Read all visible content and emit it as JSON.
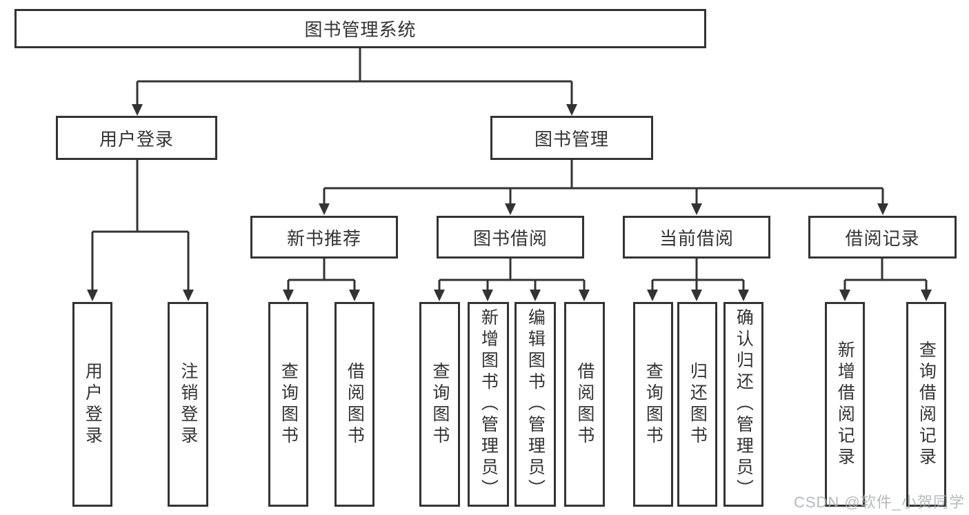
{
  "tree": {
    "label": "图书管理系统",
    "children": [
      {
        "label": "用户登录",
        "children": [
          {
            "label": "用户登录"
          },
          {
            "label": "注销登录"
          }
        ]
      },
      {
        "label": "图书管理",
        "children": [
          {
            "label": "新书推荐",
            "children": [
              {
                "label": "查询图书"
              },
              {
                "label": "借阅图书"
              }
            ]
          },
          {
            "label": "图书借阅",
            "children": [
              {
                "label": "查询图书"
              },
              {
                "label": "新增图书（管理员）"
              },
              {
                "label": "编辑图书（管理员）"
              },
              {
                "label": "借阅图书"
              }
            ]
          },
          {
            "label": "当前借阅",
            "children": [
              {
                "label": "查询图书"
              },
              {
                "label": "归还图书"
              },
              {
                "label": "确认归还（管理员）"
              }
            ]
          },
          {
            "label": "借阅记录",
            "children": [
              {
                "label": "新增借阅记录"
              },
              {
                "label": "查询借阅记录"
              }
            ]
          }
        ]
      }
    ]
  },
  "watermark": {
    "text": "CSDN @软件_小贺同学"
  },
  "colors": {
    "line": "#333333",
    "box_border": "#333333",
    "box_fill": "#ffffff",
    "text": "#333333",
    "watermark": "#a9aeb2"
  }
}
